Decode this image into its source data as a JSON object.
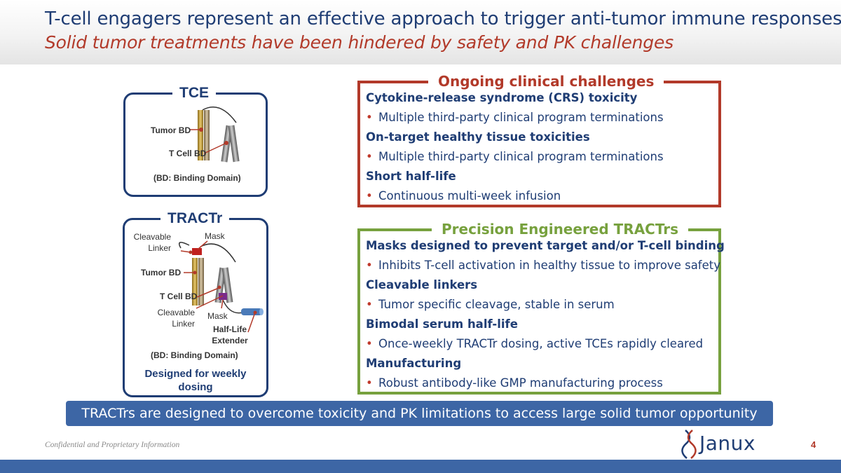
{
  "header": {
    "title": "T-cell engagers represent an effective approach to trigger anti-tumor immune responses",
    "subtitle": "Solid tumor treatments have been hindered by safety and PK challenges"
  },
  "tce_diagram": {
    "title": "TCE",
    "tumor_bd_label": "Tumor BD",
    "tcell_bd_label": "T Cell BD",
    "bd_note": "(BD:  Binding Domain)"
  },
  "tractr_diagram": {
    "title": "TRACTr",
    "cleavable_linker_top": "Cleavable\nLinker",
    "mask_top": "Mask",
    "tumor_bd_label": "Tumor BD",
    "tcell_bd_label": "T Cell BD",
    "cleavable_linker_bottom": "Cleavable\nLinker",
    "mask_bottom": "Mask",
    "half_life_extender": "Half-Life\nExtender",
    "bd_note": "(BD:  Binding Domain)",
    "weekly_note": "Designed for weekly dosing"
  },
  "challenges": {
    "title": "Ongoing clinical challenges",
    "items": [
      {
        "type": "head",
        "text": "Cytokine-release syndrome (CRS) toxicity"
      },
      {
        "type": "bullet",
        "text": "Multiple third-party clinical program terminations"
      },
      {
        "type": "head",
        "text": "On-target healthy tissue toxicities"
      },
      {
        "type": "bullet",
        "text": "Multiple third-party clinical program terminations"
      },
      {
        "type": "head",
        "text": "Short half-life"
      },
      {
        "type": "bullet",
        "text": "Continuous multi-week infusion"
      }
    ]
  },
  "precision": {
    "title": "Precision Engineered TRACTrs",
    "items": [
      {
        "type": "head",
        "text": "Masks designed to prevent target and/or T-cell binding"
      },
      {
        "type": "bullet",
        "text": "Inhibits T-cell activation in healthy tissue to improve safety"
      },
      {
        "type": "head",
        "text": "Cleavable linkers"
      },
      {
        "type": "bullet",
        "text": "Tumor specific cleavage, stable in serum"
      },
      {
        "type": "head",
        "text": "Bimodal serum half-life"
      },
      {
        "type": "bullet",
        "text": "Once-weekly TRACTr dosing, active TCEs rapidly cleared"
      },
      {
        "type": "head",
        "text": "Manufacturing"
      },
      {
        "type": "bullet",
        "text": "Robust antibody-like GMP manufacturing process"
      }
    ]
  },
  "banner": "TRACTrs are designed to overcome toxicity and PK limitations to access large solid tumor opportunity",
  "footer": {
    "confidential": "Confidential and Proprietary Information",
    "logo_text": "Janux",
    "page_number": "4"
  },
  "colors": {
    "navy": "#1f3d74",
    "red": "#b23a2a",
    "green": "#77a13e",
    "banner_blue": "#3d66a5"
  },
  "icons": {
    "bullet": "•",
    "logo_mark": "dna-helix-icon"
  }
}
